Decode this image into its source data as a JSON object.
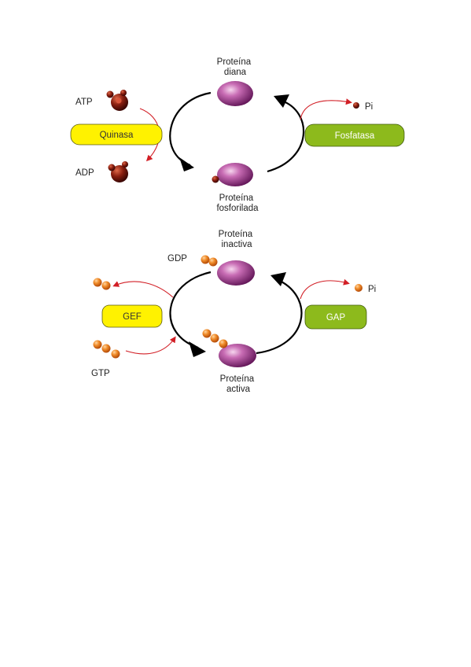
{
  "cycle1": {
    "top_label": [
      "Proteína",
      "diana"
    ],
    "bottom_label": [
      "Proteína",
      "fosforilada"
    ],
    "atp_label": "ATP",
    "adp_label": "ADP",
    "pi_label": "Pi",
    "left_enzyme": "Quinasa",
    "right_enzyme": "Fosfatasa"
  },
  "cycle2": {
    "top_label": [
      "Proteína",
      "inactiva"
    ],
    "bottom_label": [
      "Proteína",
      "activa"
    ],
    "gdp_label": "GDP",
    "gtp_label": "GTP",
    "pi_label": "Pi",
    "left_enzyme": "GEF",
    "right_enzyme": "GAP"
  },
  "colors": {
    "protein": "#9b2d86",
    "protein_highlight": "#f2d0ea",
    "phosphate": "#7a1a0c",
    "nucleotide": "#e8761e",
    "yellow_box": "#fff200",
    "green_box": "#8dba1c",
    "red_arrow": "#d21f26",
    "cycle_arrow": "#000000"
  }
}
